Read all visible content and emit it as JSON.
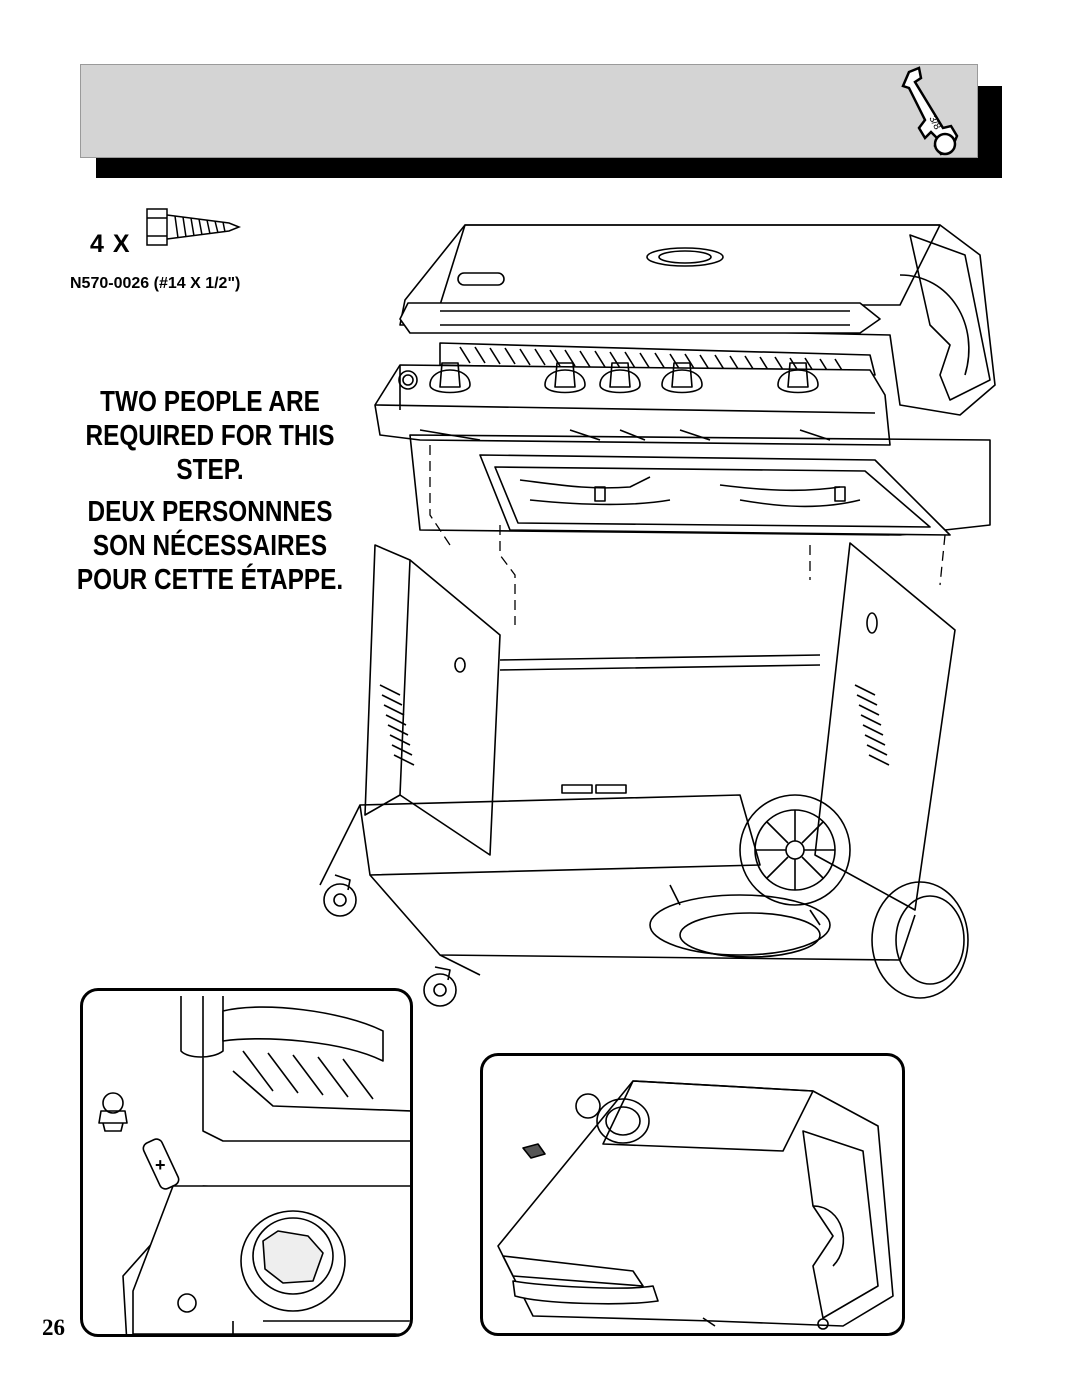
{
  "hardware": {
    "quantity": "4 X",
    "part_number": "N570-0026 (#14 X 1/2\")"
  },
  "tool": {
    "icon": "wrench-icon",
    "size": "3/8"
  },
  "warning": {
    "en_line1": "TWO PEOPLE ARE",
    "en_line2": "REQUIRED FOR THIS",
    "en_line3": "STEP.",
    "fr_line1": "DEUX PERSONNNES",
    "fr_line2": "SON NÉCESSAIRES",
    "fr_line3": "POUR CETTE ÉTAPPE."
  },
  "page_number": "26"
}
